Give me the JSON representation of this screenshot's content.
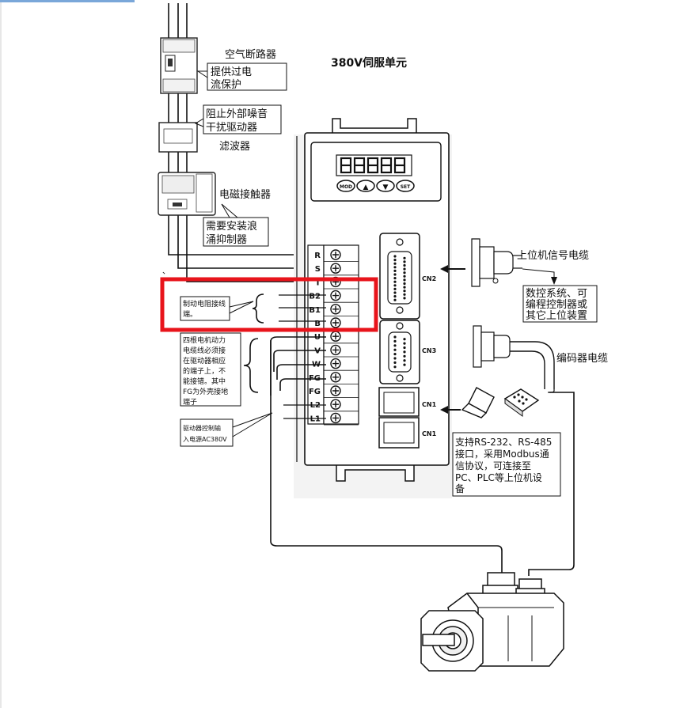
{
  "diagram": {
    "title": "380V伺服单元",
    "breaker": {
      "name": "空气断路器",
      "note_line1": "提供过电",
      "note_line2": "流保护"
    },
    "filter": {
      "note_line1": "阻止外部噪音",
      "note_line2": "干扰驱动器",
      "name": "滤波器"
    },
    "contactor": {
      "name": "电磁接触器",
      "note_line1": "需要安装浪",
      "note_line2": "涌抑制器"
    },
    "brake_note": {
      "line1": "制动电阻接线",
      "line2": "端。"
    },
    "motor_note": {
      "line1": "四根电机动力",
      "line2": "电缆线必须接",
      "line3": "在驱动器相应",
      "line4": "的端子上，不",
      "line5": "能接错。其中",
      "line6": "FG为外壳接地",
      "line7": "端子"
    },
    "power_note": {
      "line1": "驱动器控制输",
      "line2": "入电源AC380V"
    },
    "terminals": [
      "R",
      "S",
      "T",
      "B2",
      "B1",
      "B",
      "U",
      "V",
      "W",
      "FG",
      "FG",
      "L2",
      "L1"
    ],
    "connectors": {
      "cn2": "CN2",
      "cn3": "CN3",
      "cn1a": "CN1",
      "cn1b": "CN1"
    },
    "keys": [
      "MOD",
      "▲",
      "▼",
      "SET"
    ],
    "host_cable": {
      "label": "上位机信号电缆",
      "note_line1": "数控系统、可",
      "note_line2": "编程控制器或",
      "note_line3": "其它上位装置"
    },
    "encoder_cable": {
      "label": "编码器电缆"
    },
    "comm_note": {
      "line1": "支持RS-232、RS-485",
      "line2": "接口，采用Modbus通",
      "line3": "信协议，可连接至",
      "line4": "PC、PLC等上位机设",
      "line5": "备"
    },
    "colors": {
      "highlight": "#e8141b",
      "line": "#111111"
    }
  }
}
